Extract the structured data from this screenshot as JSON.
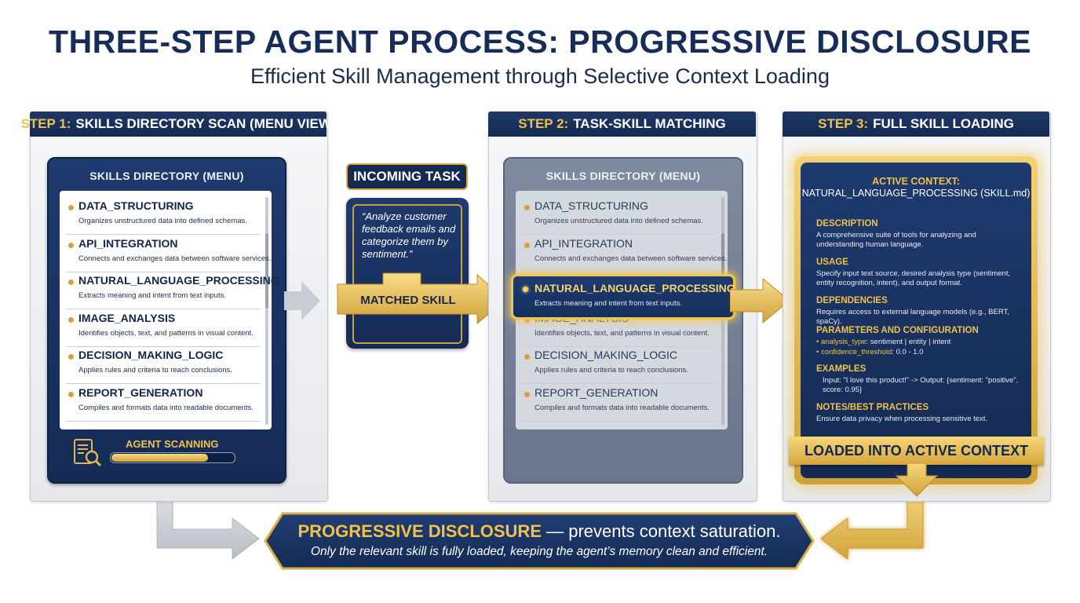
{
  "title": "THREE-STEP AGENT PROCESS: PROGRESSIVE DISCLOSURE",
  "subtitle": "Efficient Skill Management through Selective Context Loading",
  "step1": {
    "prefix": "STEP 1:",
    "label": "SKILLS DIRECTORY SCAN (MENU VIEW)",
    "card_title": "SKILLS DIRECTORY (MENU)",
    "status": "AGENT SCANNING",
    "scan_progress": 0.8
  },
  "step2": {
    "prefix": "STEP 2:",
    "label": "TASK-SKILL MATCHING",
    "card_title": "SKILLS DIRECTORY (MENU)"
  },
  "step3": {
    "prefix": "STEP 3:",
    "label": "FULL SKILL LOADING"
  },
  "skills": [
    {
      "name": "DATA_STRUCTURING",
      "desc": "Organizes unstructured data into defined schemas."
    },
    {
      "name": "API_INTEGRATION",
      "desc": "Connects and exchanges data between software services."
    },
    {
      "name": "NATURAL_LANGUAGE_PROCESSING",
      "desc": "Extracts meaning and intent from text inputs."
    },
    {
      "name": "IMAGE_ANALYSIS",
      "desc": "Identifies objects, text, and patterns in visual content."
    },
    {
      "name": "DECISION_MAKING_LOGIC",
      "desc": "Applies rules and criteria to reach conclusions."
    },
    {
      "name": "REPORT_GENERATION",
      "desc": "Compiles and formats data into readable documents."
    }
  ],
  "task": {
    "label": "INCOMING TASK",
    "quote": "“Analyze customer feedback emails and categorize them by sentiment.”",
    "matched_label": "MATCHED SKILL"
  },
  "context": {
    "heading1": "ACTIVE CONTEXT:",
    "heading2": "NATURAL_LANGUAGE_PROCESSING (SKILL.md)",
    "sections": [
      {
        "h": "DESCRIPTION",
        "t": "A comprehensive suite of tools for analyzing and understanding human language."
      },
      {
        "h": "USAGE",
        "t": "Specify input text source, desired analysis type (sentiment, entity recognition, intent), and output format."
      },
      {
        "h": "DEPENDENCIES",
        "t": "Requires access to external language models (e.g., BERT, spaCy)."
      },
      {
        "h": "PARAMETERS AND CONFIGURATION",
        "params": [
          {
            "key": "analysis_type",
            "val": ": sentiment | entity | intent"
          },
          {
            "key": "confidence_threshold",
            "val": ": 0.0 - 1.0"
          }
        ]
      },
      {
        "h": "EXAMPLES",
        "t": "Input: \"I love this product!\" -> Output: {sentiment: \"positive\", score: 0.95}"
      },
      {
        "h": "NOTES/BEST PRACTICES",
        "t": "Ensure data privacy when processing sensitive text."
      }
    ],
    "banner": "LOADED INTO ACTIVE CONTEXT"
  },
  "footer": {
    "highlight": "PROGRESSIVE DISCLOSURE",
    "rest": " — prevents context saturation.",
    "line2": "Only the relevant skill is fully loaded, keeping the agent’s memory clean and efficient."
  },
  "colors": {
    "navy": "#152d57",
    "gold": "#f0c24b",
    "panel": "#eceef1"
  },
  "icons": [
    "document-search-icon",
    "arrow-right-icon"
  ]
}
